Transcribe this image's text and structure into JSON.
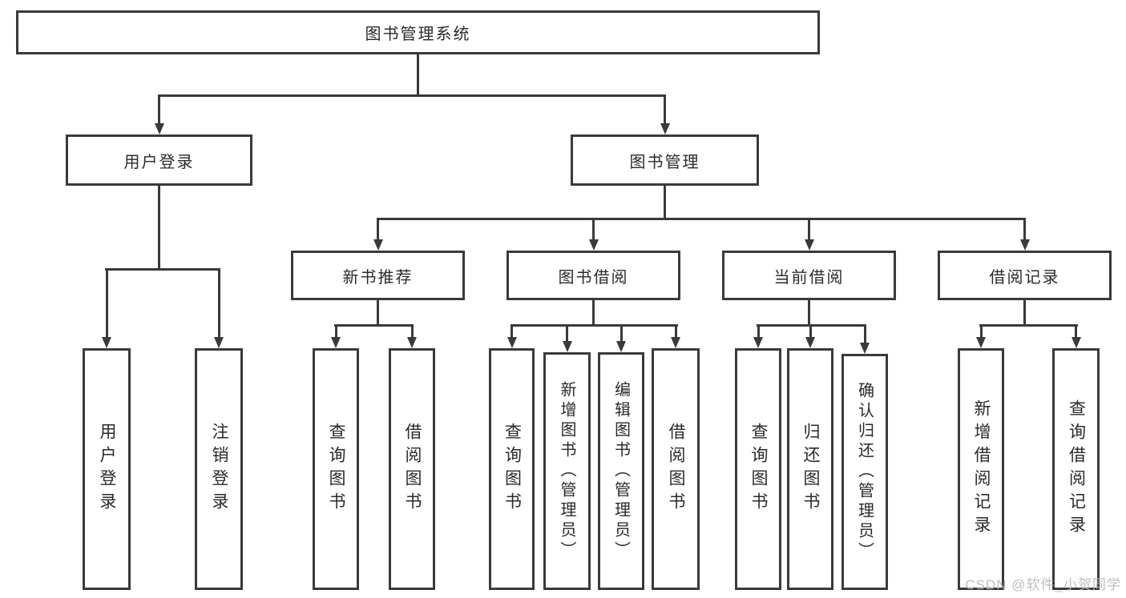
{
  "nodes": {
    "root": "图书管理系统",
    "user_login": "用户登录",
    "book_mgmt": "图书管理",
    "new_book": "新书推荐",
    "book_borrow": "图书借阅",
    "current_borrow": "当前借阅",
    "borrow_record": "借阅记录"
  },
  "leaves": {
    "user_login": [
      "用户登录",
      "注销登录"
    ],
    "new_book": [
      "查询图书",
      "借阅图书"
    ],
    "book_borrow": [
      "查询图书",
      "新增图书（管理员）",
      "编辑图书（管理员）",
      "借阅图书"
    ],
    "current_borrow": [
      "查询图书",
      "归还图书",
      "确认归还（管理员）"
    ],
    "borrow_record": [
      "新增借阅记录",
      "查询借阅记录"
    ]
  },
  "watermark": "CSDN @软件_小贺同学",
  "colors": {
    "line": "#3a3a3a",
    "text": "#2a2a2a",
    "watermark": "#bababa",
    "background": "#ffffff"
  }
}
